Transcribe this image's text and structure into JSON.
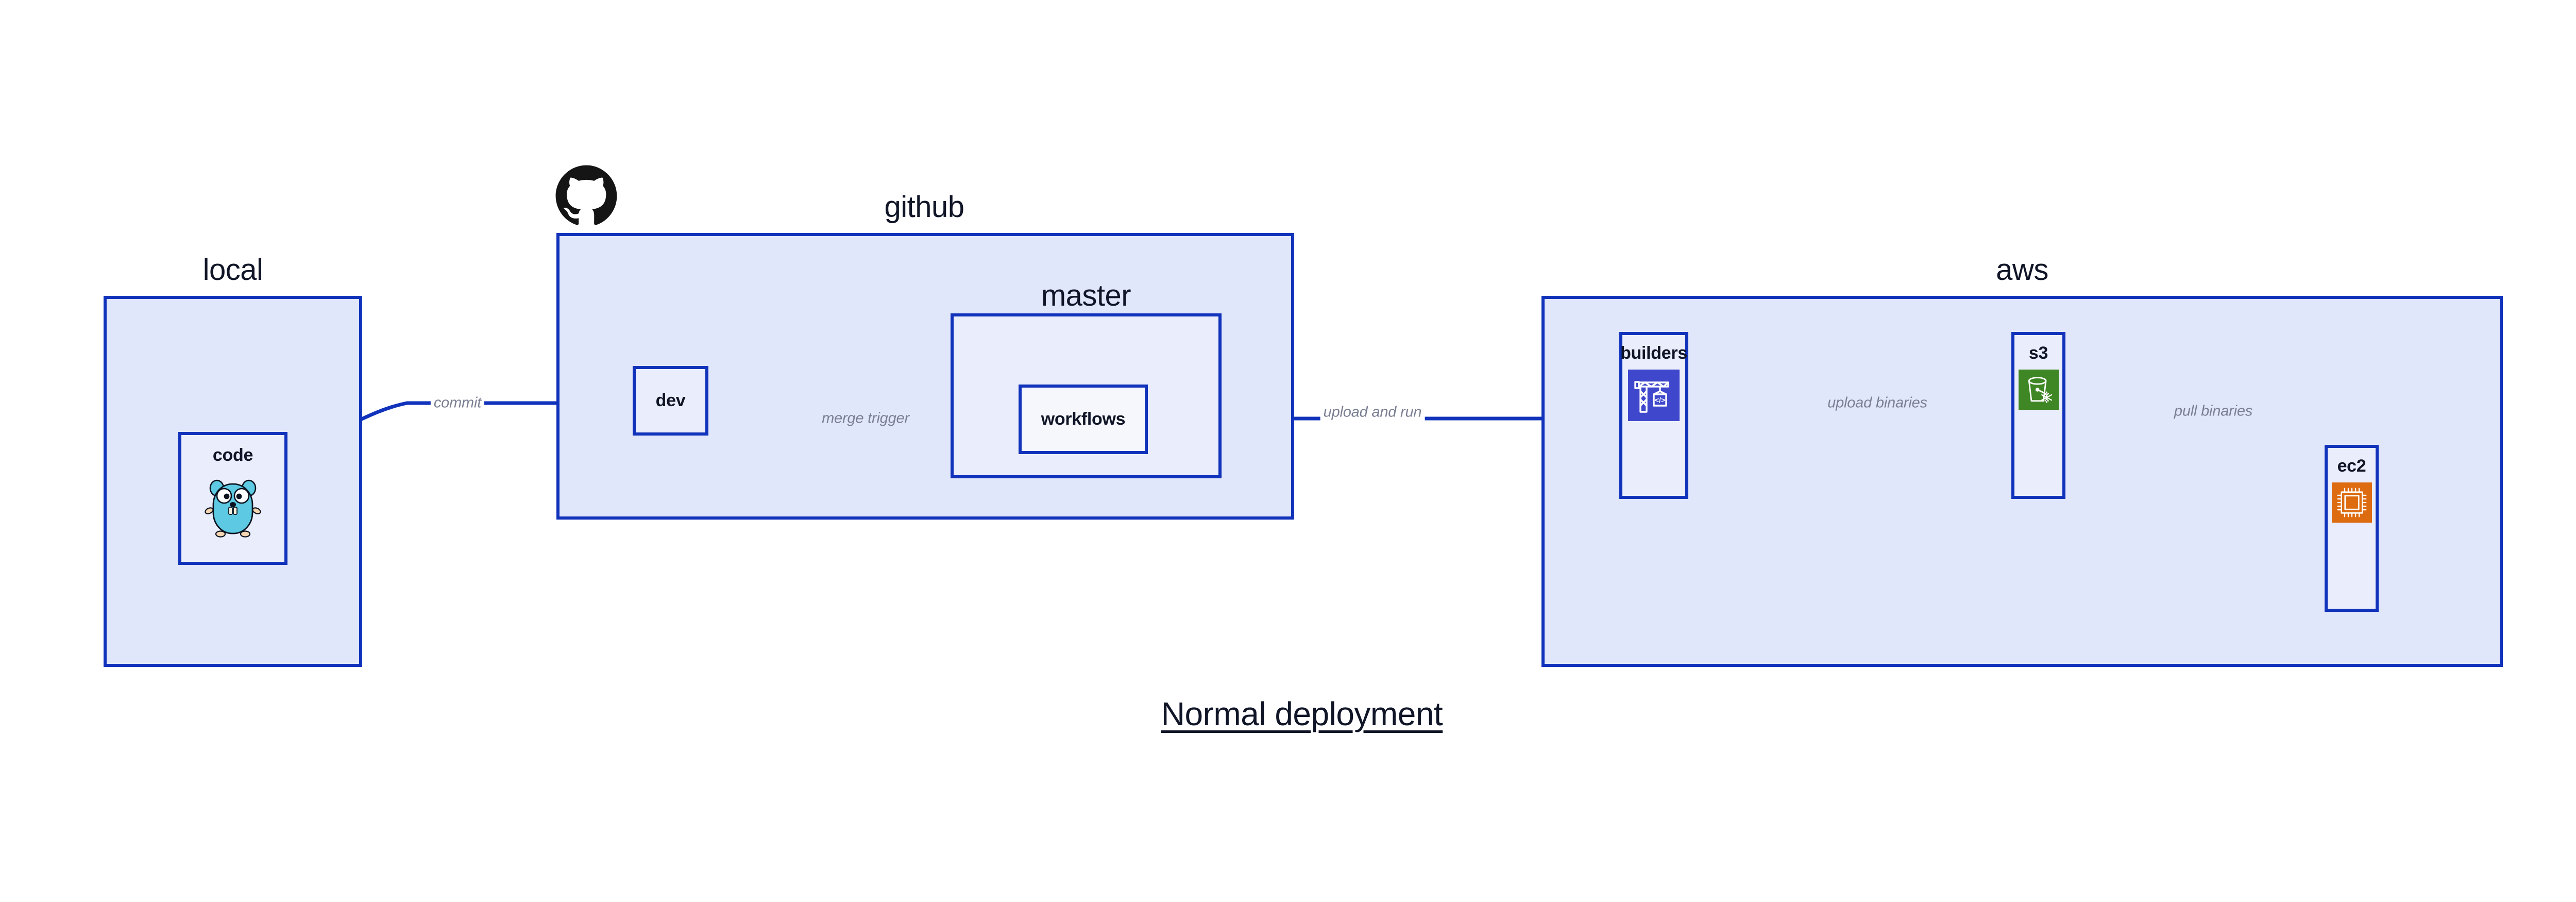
{
  "diagram": {
    "title": "Normal deployment",
    "accent_border": "#1133bb",
    "cluster_fill": "#e1e7fa",
    "node_fill": "#eaeefc",
    "node_fill_white": "#f5f7fd",
    "label_color": "#101527",
    "edge_label_color": "#7a7f92"
  },
  "clusters": [
    {
      "id": "local",
      "label": "local"
    },
    {
      "id": "github",
      "label": "github"
    },
    {
      "id": "master",
      "label": "master"
    },
    {
      "id": "aws",
      "label": "aws"
    }
  ],
  "nodes": [
    {
      "id": "code",
      "label": "code",
      "icon": "go-gopher-icon",
      "icon_color": "#5dc9e2"
    },
    {
      "id": "dev",
      "label": "dev",
      "icon": "none",
      "icon_color": ""
    },
    {
      "id": "workflows",
      "label": "workflows",
      "icon": "none",
      "icon_color": ""
    },
    {
      "id": "builders",
      "label": "builders",
      "icon": "aws-codebuild-icon",
      "icon_color": "#3f48cc"
    },
    {
      "id": "s3",
      "label": "s3",
      "icon": "aws-s3-glacier-icon",
      "icon_color": "#3f8624"
    },
    {
      "id": "ec2",
      "label": "ec2",
      "icon": "aws-ec2-icon",
      "icon_color": "#dd6b10"
    }
  ],
  "edges": [
    {
      "id": "code-dev",
      "from": "code",
      "to": "dev",
      "label": "commit"
    },
    {
      "id": "dev-workflows",
      "from": "dev",
      "to": "workflows",
      "label": "merge trigger"
    },
    {
      "id": "workflows-build",
      "from": "workflows",
      "to": "builders",
      "label": "upload and run"
    },
    {
      "id": "build-s3",
      "from": "builders",
      "to": "s3",
      "label": "upload binaries"
    },
    {
      "id": "s3-ec2",
      "from": "s3",
      "to": "ec2",
      "label": "pull binaries"
    }
  ],
  "logos": [
    {
      "id": "github-logo",
      "name": "github-octocat-icon",
      "color": "#151515"
    }
  ]
}
